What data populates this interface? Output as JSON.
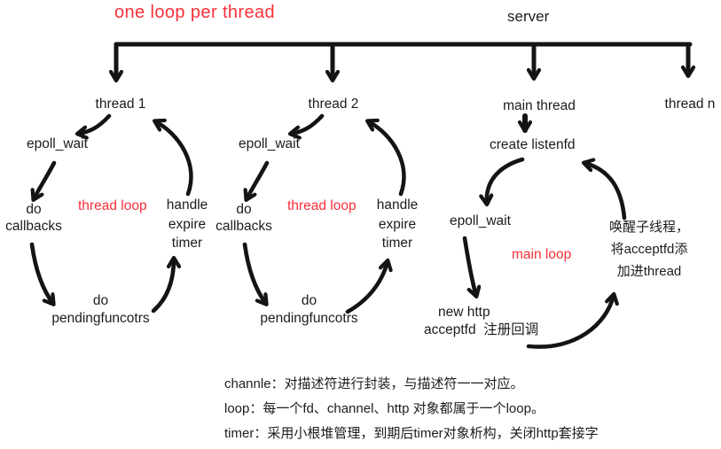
{
  "colors": {
    "accent_red": "#f9303a",
    "ink": "#141414"
  },
  "title": "one loop per thread",
  "server_label": "server",
  "tree": {
    "thread1": "thread 1",
    "thread2": "thread 2",
    "main_thread": "main thread",
    "thread_n": "thread n"
  },
  "thread1_loop": {
    "epoll_wait": "epoll_wait",
    "do_callbacks": "do\ncallbacks",
    "loop_label": "thread loop",
    "handle_expire_timer": "handle\nexpire\ntimer",
    "do_pendingfunctors": "do\npendingfuncotrs"
  },
  "thread2_loop": {
    "epoll_wait": "epoll_wait",
    "do_callbacks": "do\ncallbacks",
    "loop_label": "thread loop",
    "handle_expire_timer": "handle\nexpire\ntimer",
    "do_pendingfunctors": "do\npendingfuncotrs"
  },
  "main_loop": {
    "create_listenfd": "create listenfd",
    "epoll_wait": "epoll_wait",
    "loop_label": "main loop",
    "new_http": "new http",
    "acceptfd_register": "acceptfd  注册回调",
    "wake_note": "唤醒子线程，\n将acceptfd添\n加进thread"
  },
  "notes": {
    "line1": "channle：对描述符进行封装，与描述符一一对应。",
    "line2": "loop：每一个fd、channel、http 对象都属于一个loop。",
    "line3": "timer：采用小根堆管理，到期后timer对象析构，关闭http套接字"
  }
}
